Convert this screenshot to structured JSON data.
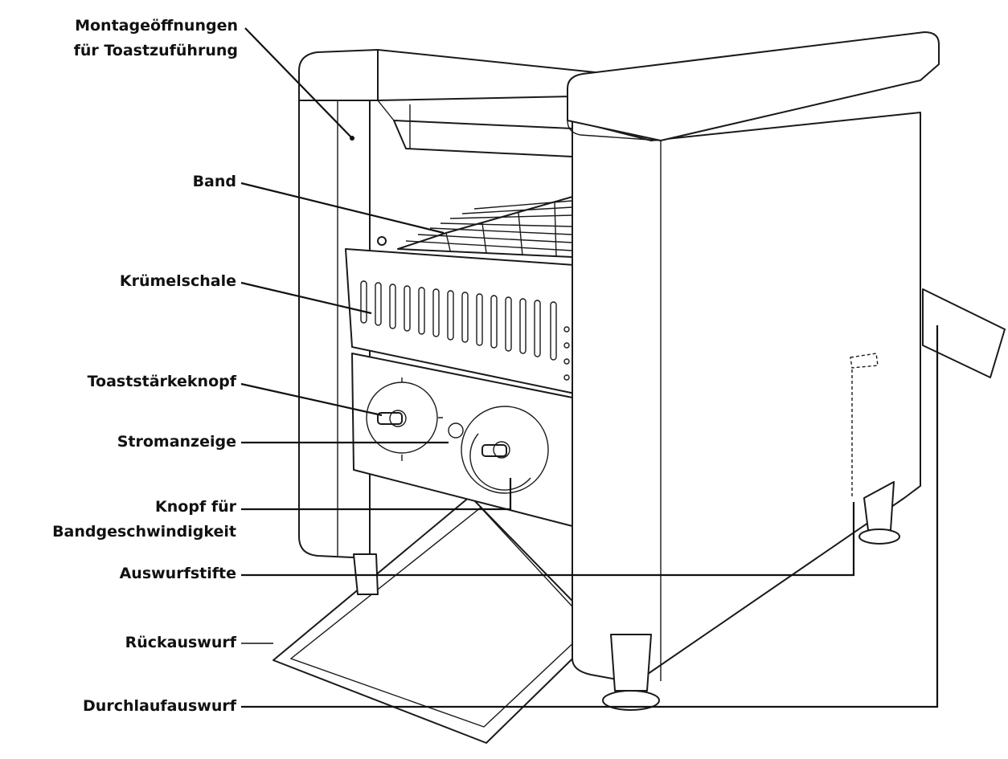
{
  "labels": {
    "montage": {
      "line1": "Montageöffnungen",
      "line2": "für Toastzuführung"
    },
    "band": "Band",
    "kruemelschale": "Krümelschale",
    "toaststaerke": "Toaststärkeknopf",
    "stromanzeige": "Stromanzeige",
    "knopf": {
      "line1": "Knopf für",
      "line2": "Bandgeschwindigkeit"
    },
    "auswurfstifte": "Auswurfstifte",
    "rueckauswurf": "Rückauswurf",
    "durchlauf": "Durchlaufauswurf"
  }
}
